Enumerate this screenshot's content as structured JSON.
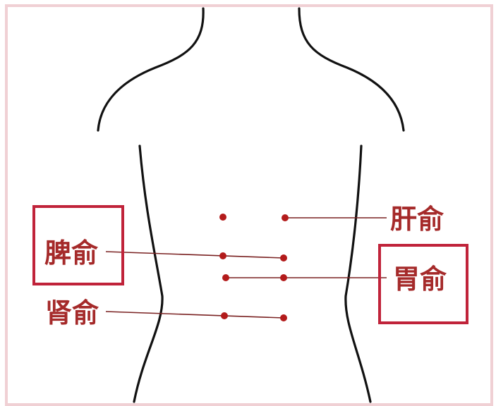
{
  "colors": {
    "label": "#a52a2a",
    "point": "#b31b1b",
    "leader": "#7a2222",
    "highlight_box": "#c0233a",
    "outline": "#111111",
    "frame": "#f0d0d4"
  },
  "labels": {
    "gan_shu": "肝俞",
    "pi_shu": "脾俞",
    "wei_shu": "胃俞",
    "shen_shu": "肾俞"
  },
  "highlighted": [
    "脾俞",
    "胃俞"
  ]
}
